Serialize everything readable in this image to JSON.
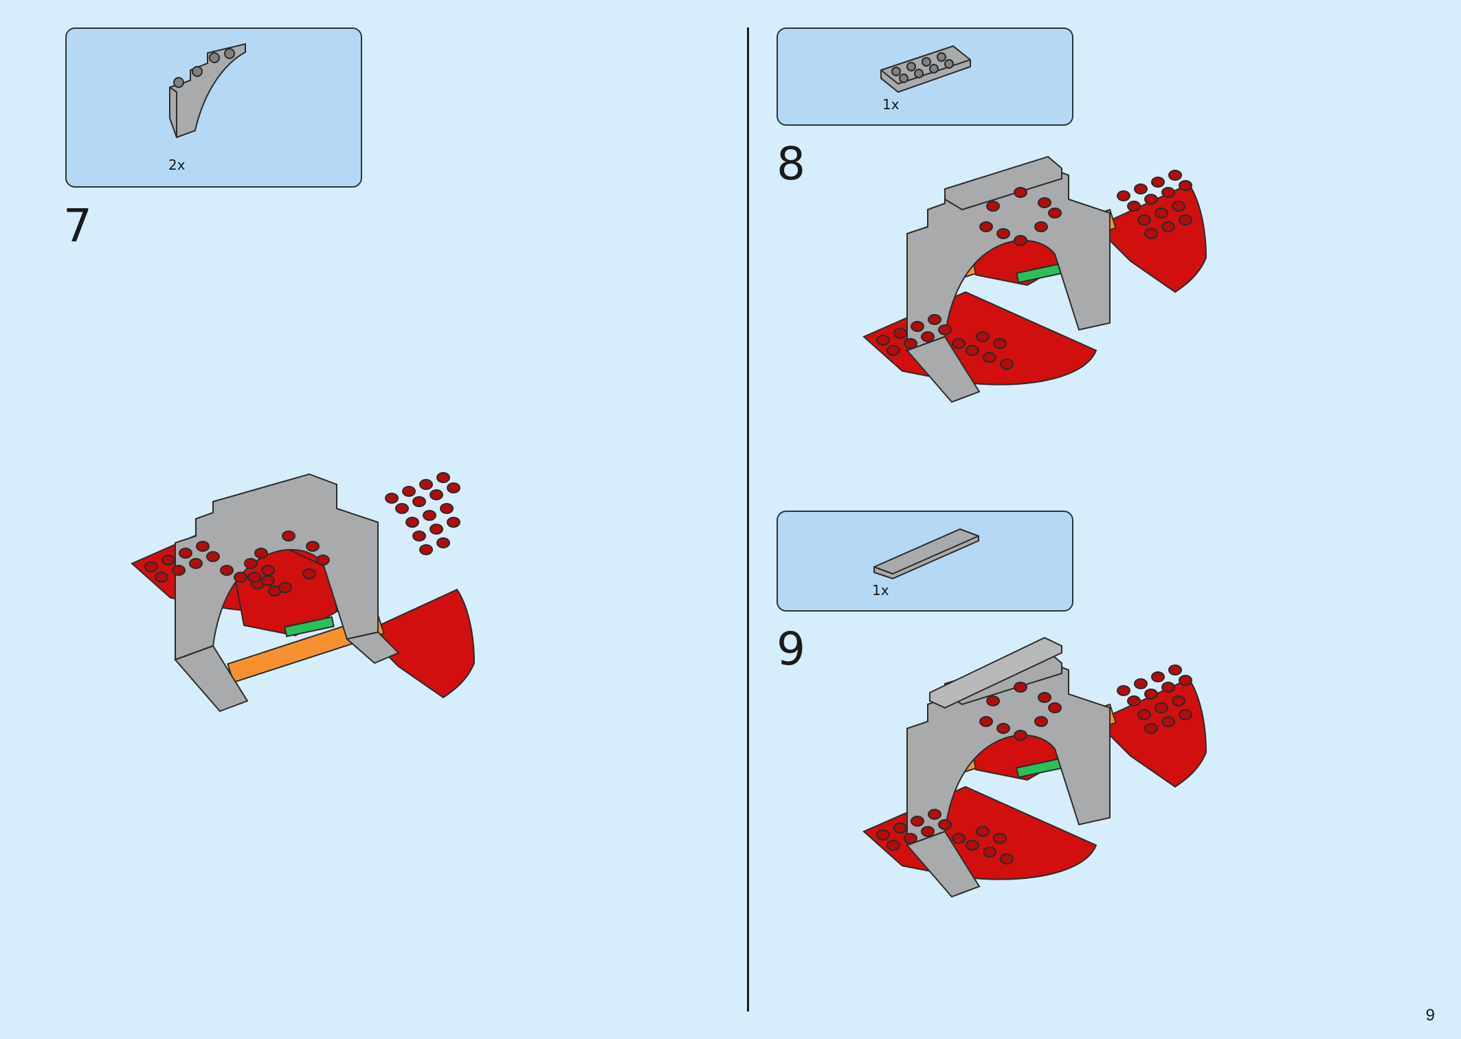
{
  "page": {
    "number": "9"
  },
  "steps": [
    {
      "number": "7",
      "parts": [
        {
          "quantity": "2x",
          "part": "grey-arch-brick"
        }
      ]
    },
    {
      "number": "8",
      "parts": [
        {
          "quantity": "1x",
          "part": "grey-plate-2x4"
        }
      ]
    },
    {
      "number": "9",
      "parts": [
        {
          "quantity": "1x",
          "part": "grey-tile-1x6"
        }
      ]
    }
  ],
  "colors": {
    "background": "#d6edfb",
    "callout": "#b5d8f5",
    "brick_red": "#d10f0f",
    "brick_grey": "#a9aaab",
    "brick_orange": "#f5912f",
    "brick_green": "#2bbf5a"
  }
}
